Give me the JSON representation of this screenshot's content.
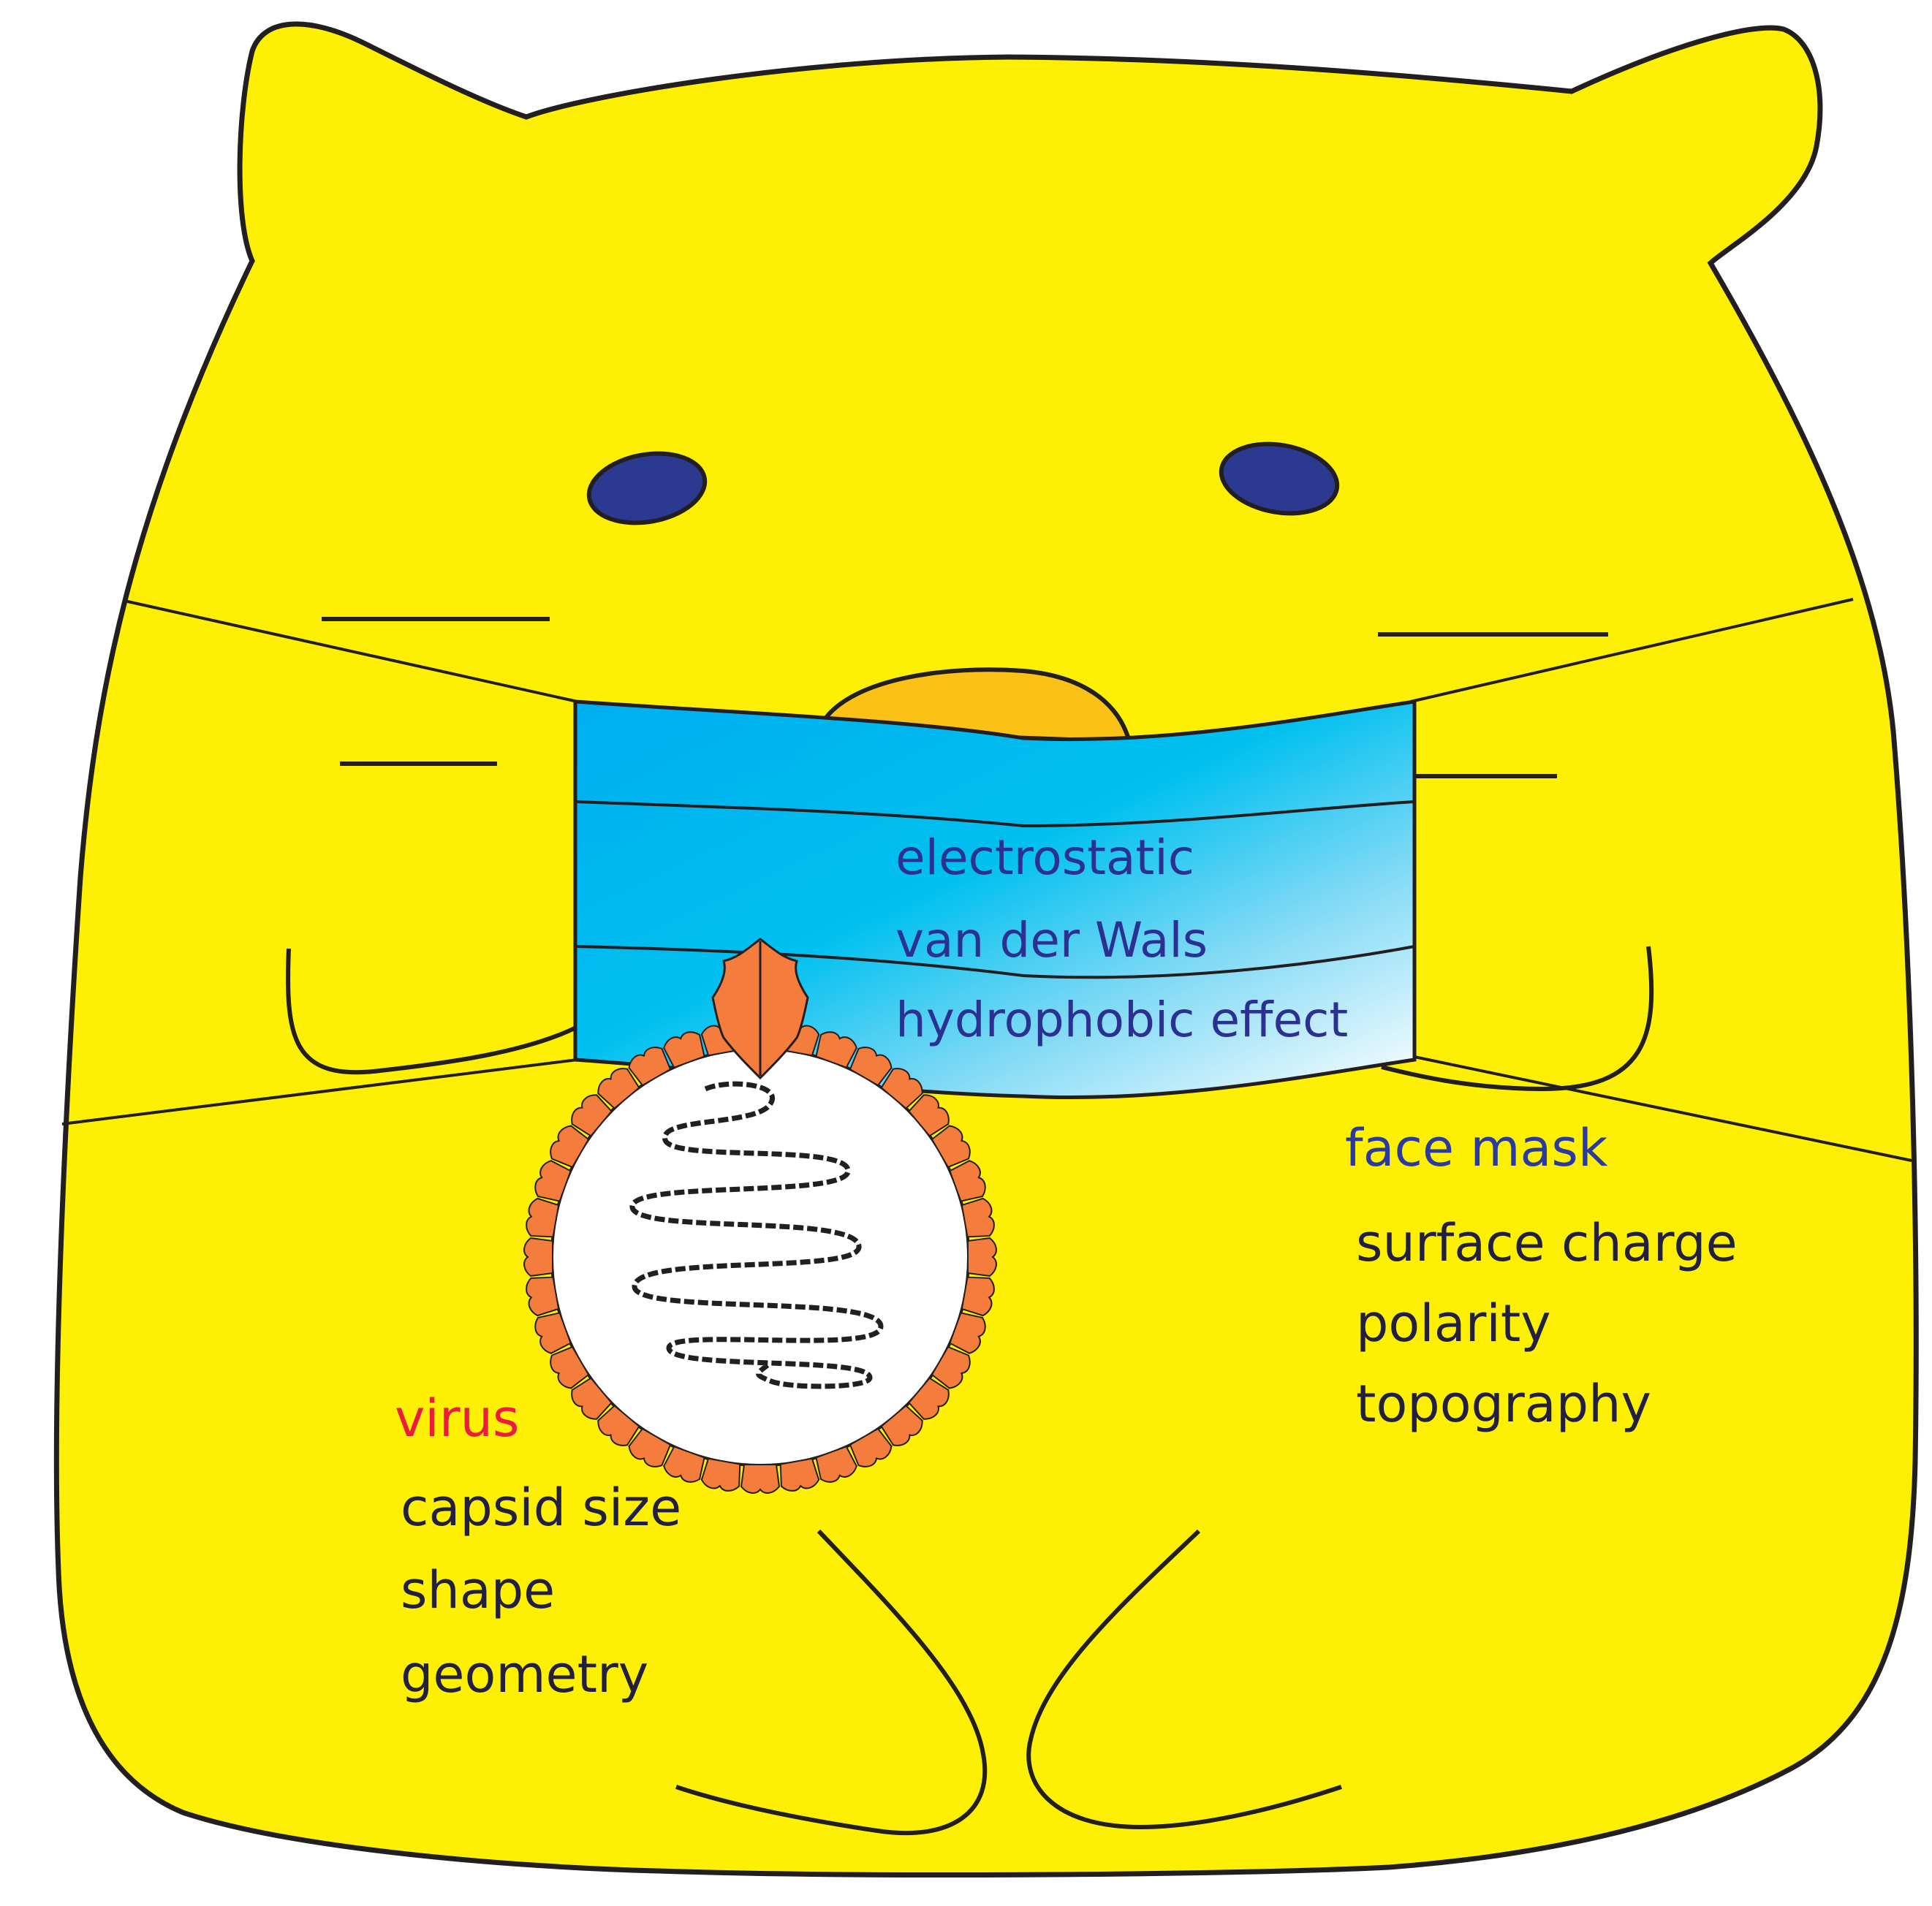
{
  "colors": {
    "body": "#fdf004",
    "outline": "#231f20",
    "eye": "#2b3990",
    "nose": "#fbc116",
    "mask_top": "#00aeef",
    "mask_bottom": "#ffffff",
    "capsid": "#f47c3c",
    "virus_label": "#ed1c3f",
    "mask_label": "#2b3a9e",
    "interaction_text": "#2b3190",
    "property_text": "#231f3f"
  },
  "interactions": [
    "electrostatic",
    "van der Wals",
    "hydrophobic effect"
  ],
  "virus": {
    "label": "virus",
    "properties": [
      "capsid size",
      "shape",
      "geometry"
    ]
  },
  "face_mask": {
    "label": "face mask",
    "properties": [
      "surface charge",
      "polarity",
      "topography"
    ]
  }
}
